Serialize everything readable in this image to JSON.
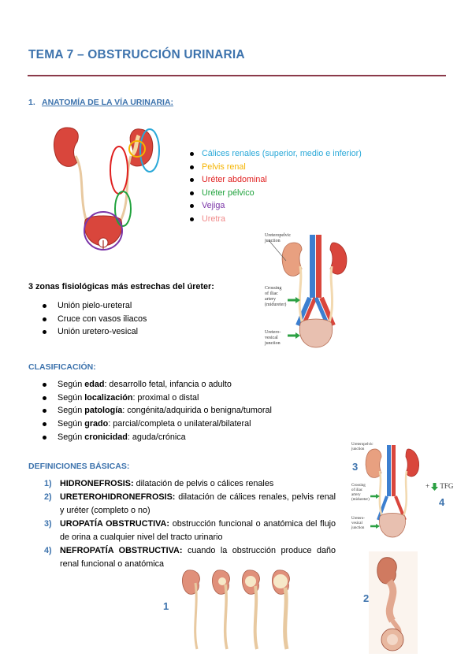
{
  "title": "TEMA 7 – OBSTRUCCIÓN URINARIA",
  "section1": {
    "number": "1.",
    "title": "ANATOMÍA DE LA VÍA URINARIA:"
  },
  "legend": [
    {
      "text": "Cálices renales (superior, medio e inferior)",
      "color": "#29a8d8"
    },
    {
      "text": "Pelvis renal",
      "color": "#f5b400"
    },
    {
      "text": "Uréter abdominal",
      "color": "#e02020"
    },
    {
      "text": "Uréter pélvico",
      "color": "#1fa23c"
    },
    {
      "text": "Vejiga",
      "color": "#7b35a8"
    },
    {
      "text": "Uretra",
      "color": "#f08a8a"
    }
  ],
  "figure1_labels": {
    "upj": [
      "Ureteropelvic",
      "junction"
    ],
    "iliac": [
      "Crossing",
      "of iliac",
      "artery",
      "(midureter)"
    ],
    "uvj": [
      "Uretero-",
      "vesical",
      "junction"
    ]
  },
  "zones": {
    "heading": "3 zonas fisiológicas más estrechas del úreter:",
    "items": [
      "Unión pielo-ureteral",
      "Cruce con vasos iliacos",
      "Unión uretero-vesical"
    ]
  },
  "classification": {
    "heading": "CLASIFICACIÓN:",
    "items": [
      {
        "pre": "Según ",
        "bold": "edad",
        "rest": ": desarrollo fetal, infancia o adulto"
      },
      {
        "pre": "Según ",
        "bold": "localización",
        "rest": ": proximal o distal"
      },
      {
        "pre": "Según ",
        "bold": "patología",
        "rest": ": congénita/adquirida o benigna/tumoral"
      },
      {
        "pre": "Según ",
        "bold": "grado",
        "rest": ": parcial/completa o unilateral/bilateral"
      },
      {
        "pre": "Según ",
        "bold": "cronicidad",
        "rest": ": aguda/crónica"
      }
    ]
  },
  "definitions": {
    "heading": "DEFINICIONES BÁSICAS:",
    "items": [
      {
        "n": "1)",
        "term": "HIDRONEFROSIS:",
        "desc": " dilatación de pelvis o cálices renales"
      },
      {
        "n": "2)",
        "term": "URETEROHIDRONEFROSIS:",
        "desc": " dilatación de cálices renales, pelvis renal y uréter (completo o no)"
      },
      {
        "n": "3)",
        "term": "UROPATÍA OBSTRUCTIVA:",
        "desc": " obstrucción funcional o anatómica del flujo de orina a cualquier nivel del tracto urinario"
      },
      {
        "n": "4)",
        "term": "NEFROPATÍA OBSTRUCTIVA:",
        "desc": " cuando la obstrucción produce daño renal funcional o anatómica"
      }
    ]
  },
  "figure2": {
    "upj": [
      "Ureteropelvic",
      "junction"
    ],
    "iliac": [
      "Crossing",
      "of iliac",
      "artery",
      "(midureter)"
    ],
    "uvj": [
      "Uretero-",
      "vesical",
      "junction"
    ],
    "num3": "3",
    "num4": "4",
    "tfg_prefix": "+",
    "tfg": "TFG"
  },
  "figure_nums": {
    "n1": "1",
    "n2": "2"
  }
}
